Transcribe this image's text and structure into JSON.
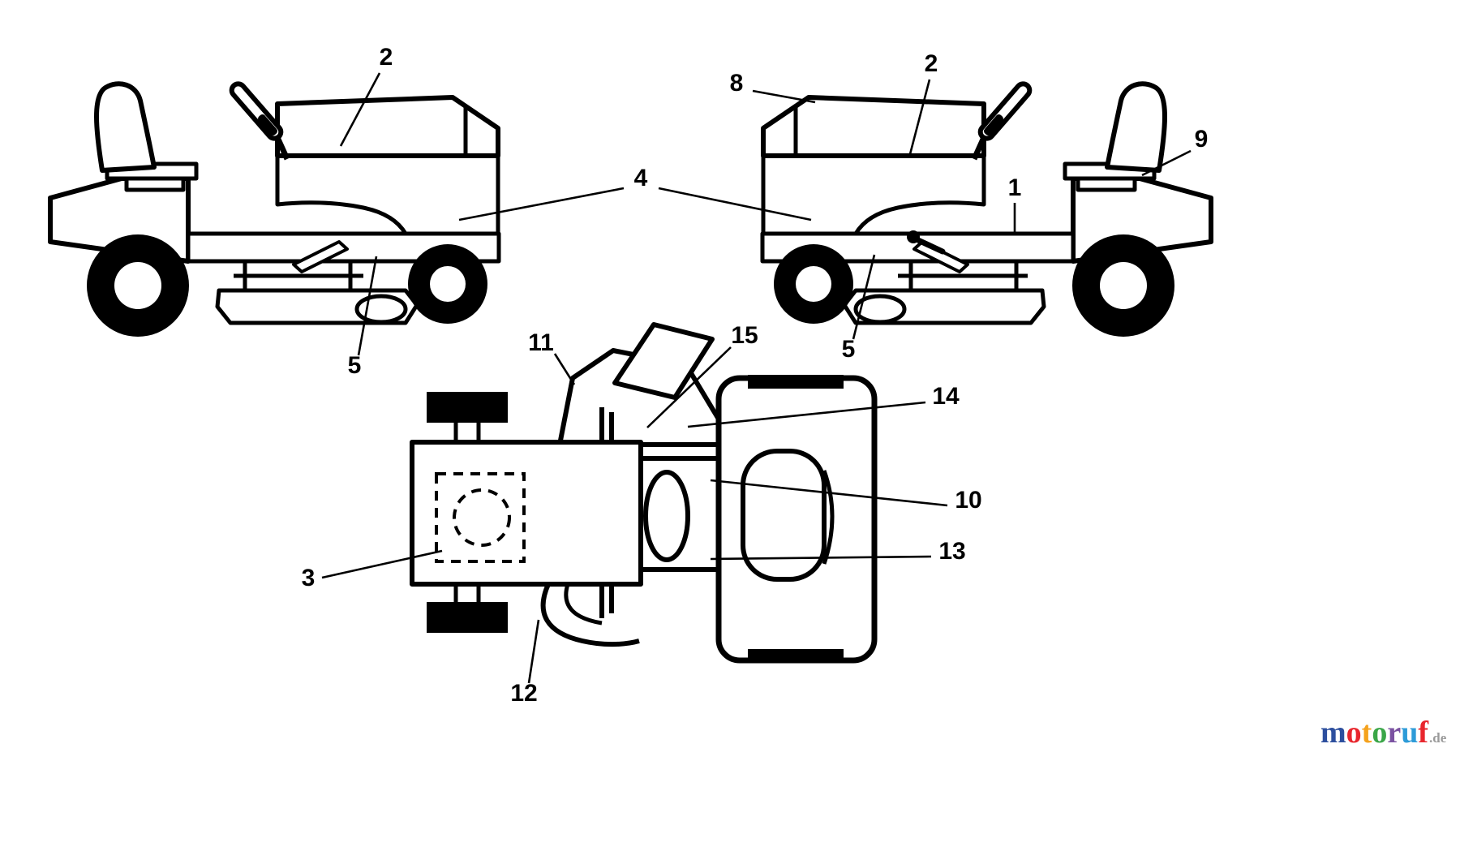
{
  "colors": {
    "background": "#ffffff",
    "line": "#000000"
  },
  "callouts": {
    "c1": {
      "label": "1"
    },
    "c2_left": {
      "label": "2"
    },
    "c2_right": {
      "label": "2"
    },
    "c3": {
      "label": "3"
    },
    "c4": {
      "label": "4"
    },
    "c5_left": {
      "label": "5"
    },
    "c5_right": {
      "label": "5"
    },
    "c8": {
      "label": "8"
    },
    "c9": {
      "label": "9"
    },
    "c10": {
      "label": "10"
    },
    "c11": {
      "label": "11"
    },
    "c12": {
      "label": "12"
    },
    "c13": {
      "label": "13"
    },
    "c14": {
      "label": "14"
    },
    "c15": {
      "label": "15"
    }
  },
  "watermark": {
    "letters": [
      {
        "char": "m",
        "color": "#2d4f9e"
      },
      {
        "char": "o",
        "color": "#e8262d"
      },
      {
        "char": "t",
        "color": "#f5a21d"
      },
      {
        "char": "o",
        "color": "#3aa648"
      },
      {
        "char": "r",
        "color": "#7b52a1"
      },
      {
        "char": "u",
        "color": "#2d9bd8"
      },
      {
        "char": "f",
        "color": "#e8262d"
      }
    ],
    "suffix": ".de",
    "suffix_color": "#9a9a9a"
  }
}
